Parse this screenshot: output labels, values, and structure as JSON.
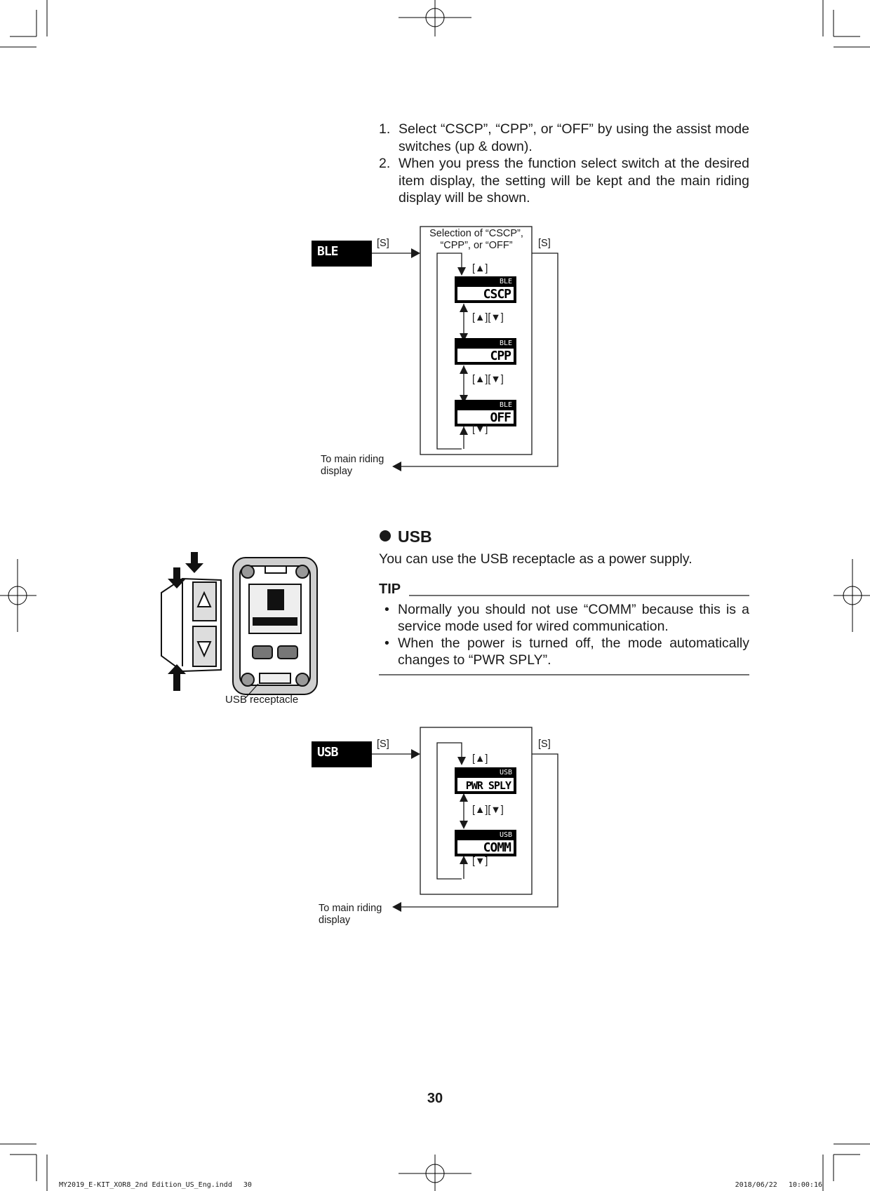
{
  "steps": [
    {
      "num": "1.",
      "text": "Select “CSCP”, “CPP”, or “OFF” by using the assist mode switches (up & down)."
    },
    {
      "num": "2.",
      "text": "When you press the function select switch at the desired item display, the setting will be kept and the main riding display will be shown."
    }
  ],
  "diagram1": {
    "start_screen": {
      "main": "BLE"
    },
    "box_label": "Selection of “CSCP”, “CPP”, or “OFF”",
    "s_left": "[S]",
    "s_right": "[S]",
    "arrow_up": "[▲]",
    "arrow_updown": "[▲][▼]",
    "arrow_down": "[▼]",
    "screens": [
      {
        "top": "BLE",
        "main": "CSCP"
      },
      {
        "top": "BLE",
        "main": "CPP"
      },
      {
        "top": "BLE",
        "main": "OFF"
      }
    ],
    "to_main_line1": "To main riding",
    "to_main_line2": "display"
  },
  "usb_section": {
    "title": "USB",
    "intro": "You can use the USB receptacle as a power supply.",
    "tip_heading": "TIP",
    "tips": [
      "Normally you should not use “COMM” because this is a service mode used for wired communication.",
      "When the power is turned off, the mode automatically changes to “PWR SPLY”."
    ],
    "bullet_char": "•",
    "figure_caption": "USB receptacle"
  },
  "diagram2": {
    "start_screen": {
      "main": "USB"
    },
    "s_left": "[S]",
    "s_right": "[S]",
    "arrow_up": "[▲]",
    "arrow_updown": "[▲][▼]",
    "arrow_down": "[▼]",
    "screens": [
      {
        "top": "USB",
        "main": "PWR SPLY"
      },
      {
        "top": "USB",
        "main": "COMM"
      }
    ],
    "to_main_line1": "To main riding",
    "to_main_line2": "display"
  },
  "page_number": "30",
  "footer": {
    "left": "MY2019_E-KIT_XOR8_2nd Edition_US_Eng.indd　 30",
    "right": "2018/06/22　 10:00:16"
  }
}
